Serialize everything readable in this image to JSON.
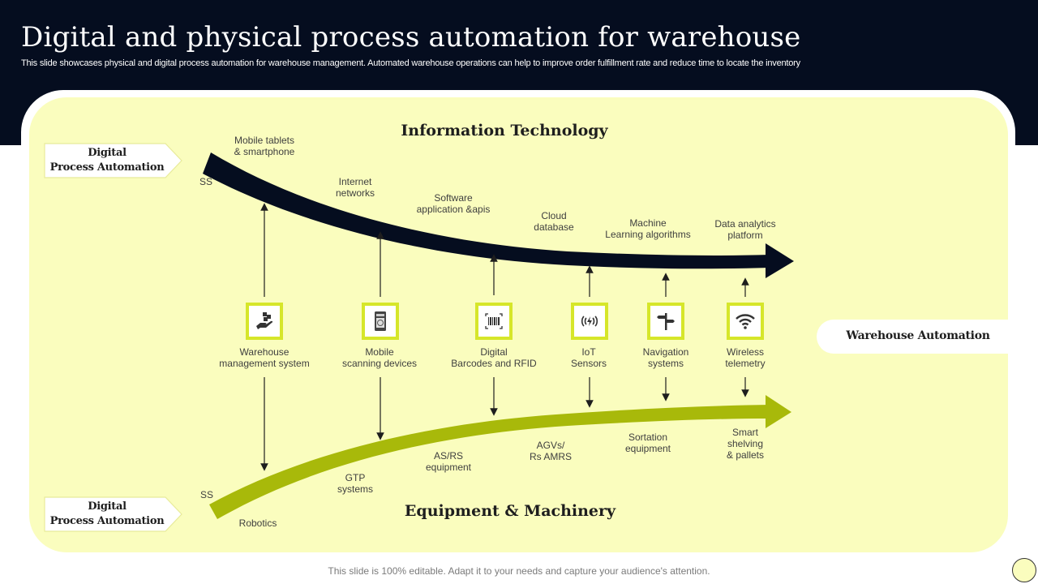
{
  "header": {
    "title": "Digital and physical process automation for warehouse",
    "subtitle": "This slide showcases physical and digital process automation for warehouse management. Automated warehouse operations can help to improve order fulfillment rate and reduce time to locate the inventory"
  },
  "colors": {
    "header_bg": "#050d1f",
    "panel_bg": "#fafdbe",
    "top_arrow": "#050d1f",
    "bottom_arrow": "#a8b90a",
    "icon_border": "#d6e62a"
  },
  "sections": {
    "top_heading": "Information Technology",
    "bottom_heading": "Equipment & Machinery",
    "top_tag": [
      "Digital",
      "Process Automation"
    ],
    "bottom_tag": [
      "Digital",
      "Process Automation"
    ],
    "top_ss": "SS",
    "bottom_ss": "SS",
    "right_pill": "Warehouse Automation"
  },
  "top_labels": [
    [
      "Mobile tablets",
      "& smartphone"
    ],
    [
      "Internet",
      "networks"
    ],
    [
      "Software",
      "application &apis"
    ],
    [
      "Cloud",
      "database"
    ],
    [
      "Machine",
      "Learning algorithms"
    ],
    [
      "Data analytics",
      "platform"
    ]
  ],
  "middle_items": [
    {
      "icon": "hand-boxes-icon",
      "label": [
        "Warehouse",
        "management system"
      ]
    },
    {
      "icon": "mobile-scanner-icon",
      "label": [
        "Mobile",
        "scanning devices"
      ]
    },
    {
      "icon": "barcode-scan-icon",
      "label": [
        "Digital",
        "Barcodes and RFID"
      ]
    },
    {
      "icon": "iot-sensor-icon",
      "label": [
        "IoT",
        "Sensors"
      ]
    },
    {
      "icon": "signpost-icon",
      "label": [
        "Navigation",
        "systems"
      ]
    },
    {
      "icon": "wifi-icon",
      "label": [
        "Wireless",
        "telemetry"
      ]
    }
  ],
  "bottom_labels": [
    [
      "Robotics"
    ],
    [
      "GTP",
      "systems"
    ],
    [
      "AS/RS",
      "equipment"
    ],
    [
      "AGVs/",
      "Rs AMRS"
    ],
    [
      "Sortation",
      "equipment"
    ],
    [
      "Smart",
      "shelving",
      "& pallets"
    ]
  ],
  "footer": {
    "note": "This slide is 100% editable. Adapt it to your needs and capture your audience's attention."
  }
}
